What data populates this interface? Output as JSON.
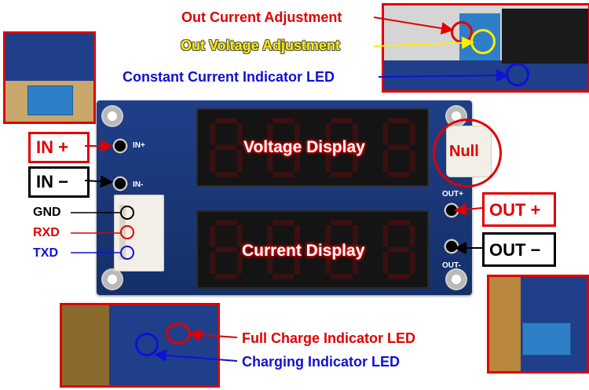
{
  "labels": {
    "out_current_adj": "Out Current Adjustment",
    "out_voltage_adj": "Out Voltage Adjustment",
    "cc_indicator": "Constant Current Indicator LED",
    "in_plus": "IN +",
    "in_minus": "IN −",
    "gnd": "GND",
    "rxd": "RXD",
    "txd": "TXD",
    "voltage_display": "Voltage Display",
    "current_display": "Current  Display",
    "null": "Null",
    "out_plus": "OUT +",
    "out_minus": "OUT −",
    "full_charge": "Full Charge Indicator LED",
    "charging": "Charging Indicator LED"
  },
  "silkscreen": {
    "in_plus": "IN+",
    "in_minus": "IN-",
    "out_plus": "OUT+",
    "out_minus": "OUT-"
  },
  "colors": {
    "label_red": "#e00000",
    "label_yellow": "#ffee00",
    "label_blue": "#1010d8",
    "board_blue": "#1f3f8a"
  }
}
